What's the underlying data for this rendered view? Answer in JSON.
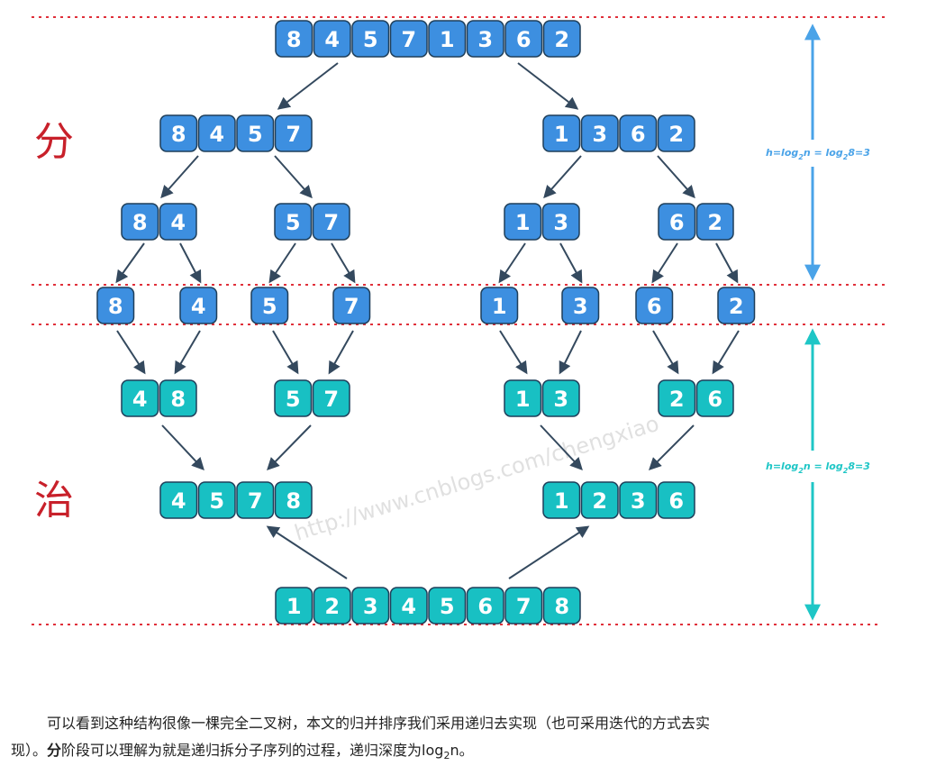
{
  "phase_labels": {
    "divide": "分",
    "conquer": "治"
  },
  "depth_label": {
    "prefix": "h=log",
    "sub1": "2",
    "mid": "n = log",
    "sub2": "2",
    "suffix": "8=3"
  },
  "watermark": "http://www.cnblogs.com/chengxiao",
  "colors": {
    "blue": "#3d8fe0",
    "teal": "#18c0c3",
    "red_line": "#e0303a",
    "arrow": "#34495e",
    "blue_arrow": "#4aa3e8",
    "teal_arrow": "#1ec6c6"
  },
  "divide": {
    "level0": [
      [
        "8",
        "4",
        "5",
        "7",
        "1",
        "3",
        "6",
        "2"
      ]
    ],
    "level1": [
      [
        "8",
        "4",
        "5",
        "7"
      ],
      [
        "1",
        "3",
        "6",
        "2"
      ]
    ],
    "level2": [
      [
        "8",
        "4"
      ],
      [
        "5",
        "7"
      ],
      [
        "1",
        "3"
      ],
      [
        "6",
        "2"
      ]
    ],
    "level3": [
      "8",
      "4",
      "5",
      "7",
      "1",
      "3",
      "6",
      "2"
    ]
  },
  "conquer": {
    "level1": [
      [
        "4",
        "8"
      ],
      [
        "5",
        "7"
      ],
      [
        "1",
        "3"
      ],
      [
        "2",
        "6"
      ]
    ],
    "level2": [
      [
        "4",
        "5",
        "7",
        "8"
      ],
      [
        "1",
        "2",
        "3",
        "6"
      ]
    ],
    "level3": [
      [
        "1",
        "2",
        "3",
        "4",
        "5",
        "6",
        "7",
        "8"
      ]
    ]
  },
  "caption": {
    "line1": "可以看到这种结构很像一棵完全二叉树，本文的归并排序我们采用递归去实现（也可采用迭代的方式去实",
    "line2_a": "现）。",
    "line2_bold": "分",
    "line2_b": "阶段可以理解为就是递归拆分子序列的过程，递归深度为log",
    "line2_sub": "2",
    "line2_c": "n。"
  }
}
